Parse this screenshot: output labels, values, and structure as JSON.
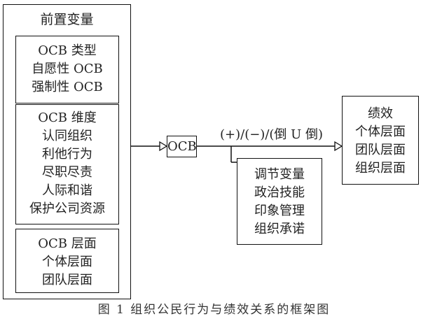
{
  "antecedents": {
    "title": "前置变量",
    "groups": [
      {
        "lines": [
          "OCB 类型",
          "自愿性 OCB",
          "强制性 OCB"
        ]
      },
      {
        "lines": [
          "OCB 维度",
          "认同组织",
          "利他行为",
          "尽职尽责",
          "人际和谐",
          "保护公司资源"
        ]
      },
      {
        "lines": [
          "OCB 层面",
          "个体层面",
          "团队层面"
        ]
      }
    ]
  },
  "center": {
    "label": "OCB"
  },
  "edge_label": "(+)/(−)/(倒 U 倒)",
  "moderators": {
    "lines": [
      "调节变量",
      "政治技能",
      "印象管理",
      "组织承诺"
    ]
  },
  "outcome": {
    "lines": [
      "绩效",
      "个体层面",
      "团队层面",
      "组织层面"
    ]
  },
  "caption": "图 1   组织公民行为与绩效关系的框架图"
}
